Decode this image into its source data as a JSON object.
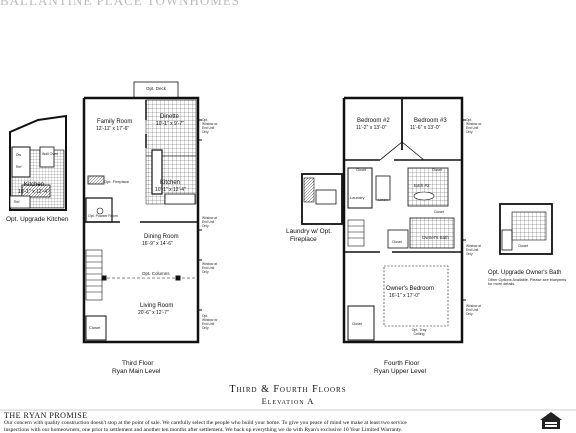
{
  "header": {
    "cut_title": "BALLANTINE PLACE TOWNHOMES"
  },
  "third_floor": {
    "deck": "Opt. Deck",
    "family_room": {
      "name": "Family Room",
      "dims": "12'-11\" x 17'-6\""
    },
    "dinette": {
      "name": "Dinette",
      "dims": "10'-1\" x 9'-7\""
    },
    "kitchen": {
      "name": "Kitchen",
      "dims": "10'-1\" x 12'-4\""
    },
    "fireplace": "Opt. Fireplace",
    "powder": "Opt. Powder Room",
    "dining": {
      "name": "Dining Room",
      "dims": "16'-9\" x 14'-6\""
    },
    "column": "Opt. Columns",
    "living": {
      "name": "Living Room",
      "dims": "20'-6\" x 12'-7\""
    },
    "closet": "Closet",
    "window_notes": [
      "Opt. Window w/ End Unit Only",
      "Window at End Unit Only",
      "Window at End Unit Only",
      "Opt. Window w/ End Unit Only"
    ],
    "caption_line1": "Third Floor",
    "caption_line2": "Ryan Main Level"
  },
  "upgrade_kitchen": {
    "name": "Kitchen",
    "dims": "10'-1\" x 12'-4\"",
    "caption": "Opt. Upgrade Kitchen",
    "labels": [
      "Dw",
      "Ref",
      "Wall Oven",
      "Ref"
    ]
  },
  "fourth_floor": {
    "bedroom2": {
      "name": "Bedroom #2",
      "dims": "11'-2\" x 13'-0\""
    },
    "bedroom3": {
      "name": "Bedroom #3",
      "dims": "11'-6\" x 13'-0\""
    },
    "bath2": "Bath #2",
    "linen": "Linen",
    "laundry": "Laundry",
    "owners_bath": "Owner's Bath",
    "owners_bedroom": {
      "name": "Owner's Bedroom",
      "dims": "16'-1\" x 17'-0\""
    },
    "ceiling": "Opt. Tray Ceiling",
    "closets": [
      "Closet",
      "Closet",
      "Closet",
      "Closet",
      "Closet",
      "Closet"
    ],
    "window_notes": [
      "Opt. Window w/ End Unit Only",
      "Window at End Unit Only",
      "Window at End Unit Only"
    ],
    "caption_line1": "Fourth Floor",
    "caption_line2": "Ryan Upper Level"
  },
  "laundry_option": {
    "line1": "Laundry w/ Opt.",
    "line2": "Fireplace"
  },
  "owners_bath_option": {
    "line1": "Opt. Upgrade Owner's Bath",
    "note": "Other Options Available. Please see blueprints for more details."
  },
  "title": {
    "line1": "Third & Fourth Floors",
    "line2": "Elevation A"
  },
  "footer": {
    "promise_title": "THE RYAN PROMISE",
    "promise_text": "Our concern with quality construction doesn't stop at the point of sale. We carefully select the people who build your home. To give you peace of mind we make at least two service",
    "promise_text2": "inspections with our homeowners, one prior to settlement and another ten months after settlement. We back up everything we do with Ryan's exclusive 10 Year Limited Warranty."
  }
}
